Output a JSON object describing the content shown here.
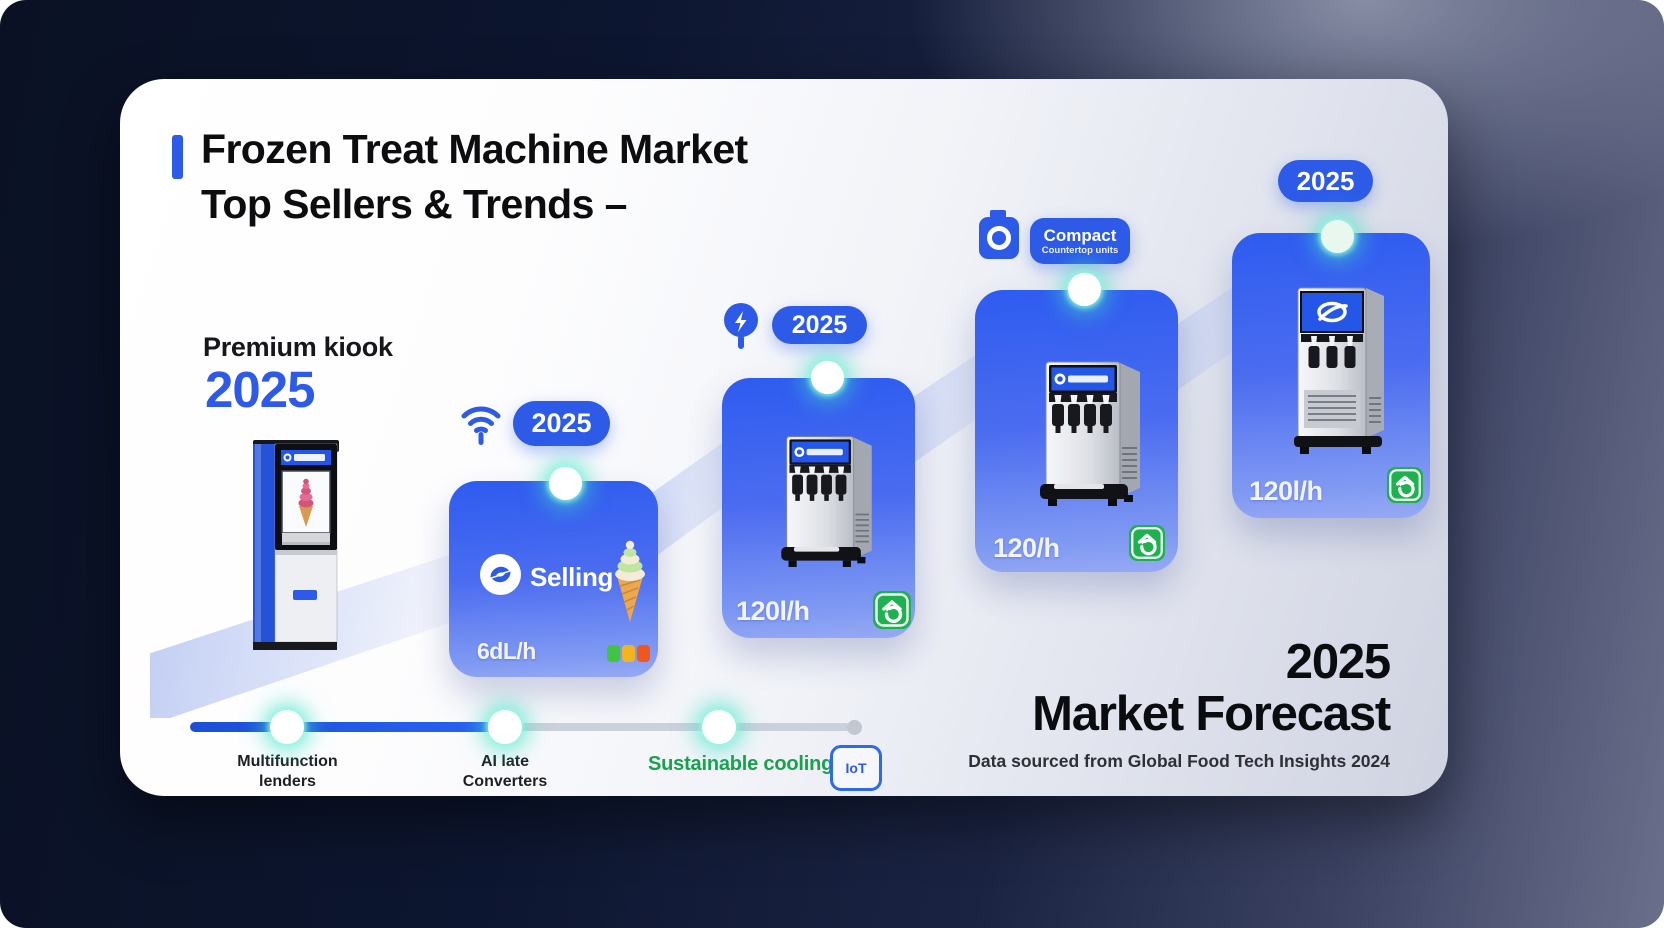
{
  "header": {
    "title_line1": "Frozen Treat Machine Market",
    "title_line2": "Top Sellers & Trends –"
  },
  "step1": {
    "label": "Premium kiook",
    "year": "2025"
  },
  "card2": {
    "badge": "2025",
    "brand": "Selling",
    "capacity": "6dL/h"
  },
  "card3": {
    "badge": "2025",
    "capacity": "120l/h"
  },
  "card4": {
    "badge_title": "Compact",
    "badge_subtitle": "Countertop units",
    "capacity": "120/h"
  },
  "card5": {
    "badge": "2025",
    "capacity": "120l/h"
  },
  "timeline": {
    "milestone1_line1": "Multifunction",
    "milestone1_line2": "lenders",
    "milestone2_line1": "AI late",
    "milestone2_line2": "Converters",
    "milestone3_label": "Sustainable cooling",
    "milestone3_tag": "IoT"
  },
  "footer": {
    "year": "2025",
    "title": "Market Forecast",
    "source": "Data sourced from Global Food Tech Insights 2024"
  },
  "colors": {
    "accent_blue": "#2d5be8",
    "card_blue_top": "#2e5cf0",
    "card_blue_bottom": "#97a9f4",
    "glow_teal": "#40e2c4",
    "eco_green": "#1eb150",
    "sustainable_green": "#16a34a",
    "chip_green": "#41c343",
    "chip_yellow": "#f2b51d",
    "chip_orange": "#f0571f"
  }
}
